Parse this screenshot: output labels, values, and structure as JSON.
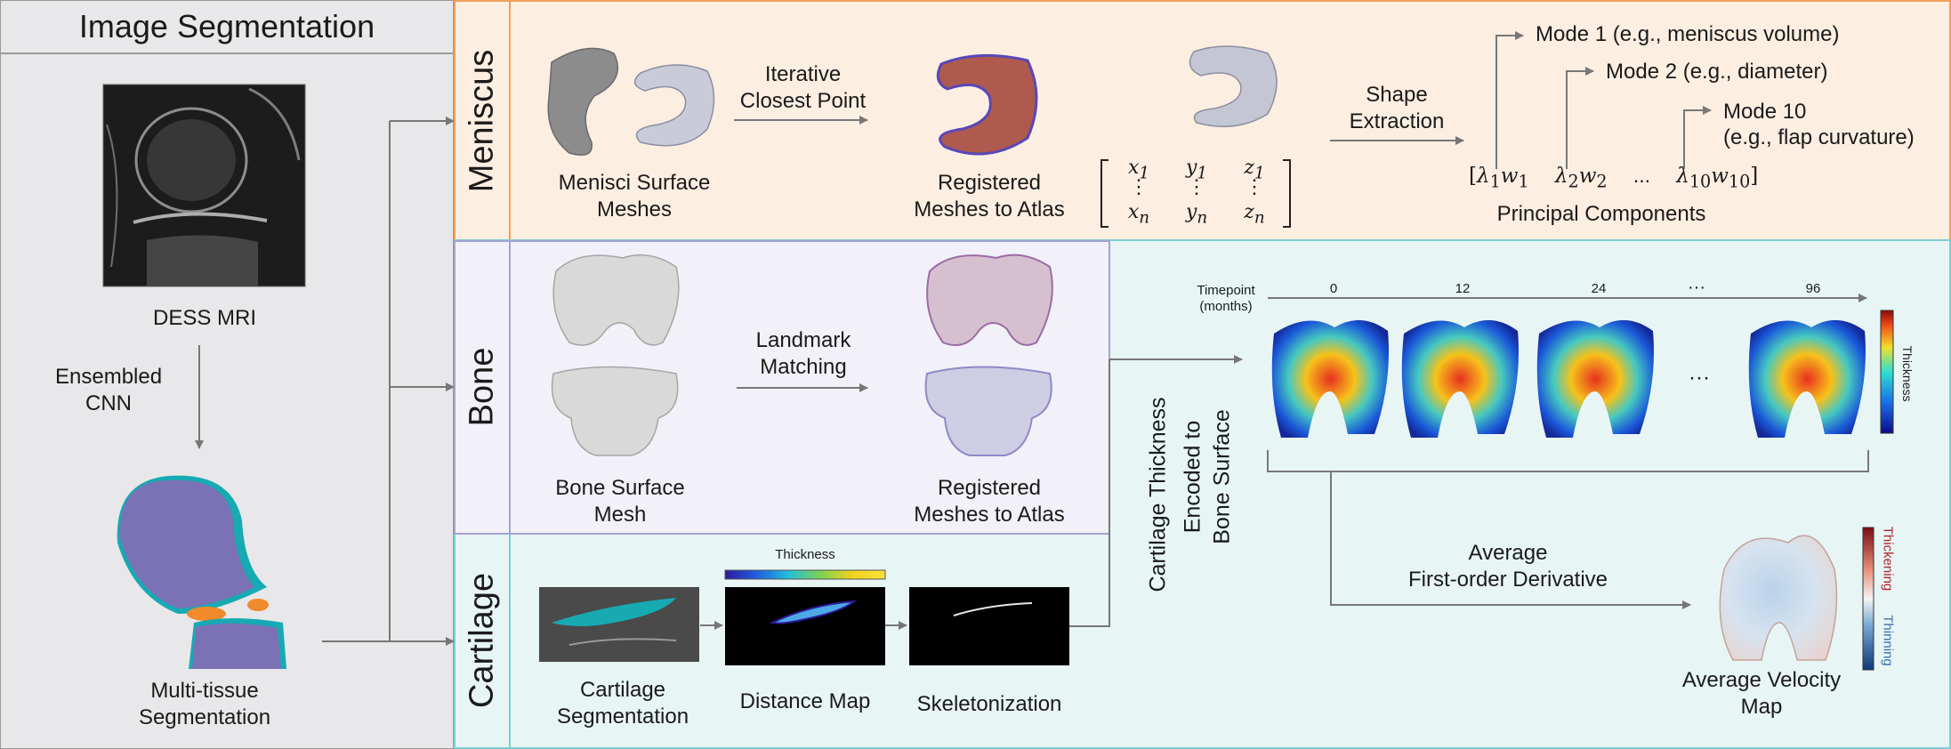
{
  "segmentation": {
    "title": "Image Segmentation",
    "mri_label": "DESS MRI",
    "cnn_label_1": "Ensembled",
    "cnn_label_2": "CNN",
    "seg_label_1": "Multi-tissue",
    "seg_label_2": "Segmentation"
  },
  "meniscus": {
    "row_title": "Meniscus",
    "surface_label_1": "Menisci Surface",
    "surface_label_2": "Meshes",
    "icp_label_1": "Iterative",
    "icp_label_2": "Closest Point",
    "registered_label_1": "Registered",
    "registered_label_2": "Meshes to Atlas",
    "shape_label_1": "Shape",
    "shape_label_2": "Extraction",
    "pc_label": "Principal Components",
    "mode1": "Mode 1 (e.g., meniscus volume)",
    "mode2": "Mode 2 (e.g., diameter)",
    "mode10_1": "Mode 10",
    "mode10_2": "(e.g., flap curvature)",
    "ellipsis": "..."
  },
  "bone": {
    "row_title": "Bone",
    "surface_label_1": "Bone Surface",
    "surface_label_2": "Mesh",
    "landmark_label_1": "Landmark",
    "landmark_label_2": "Matching",
    "registered_label_1": "Registered",
    "registered_label_2": "Meshes to Atlas"
  },
  "cartilage": {
    "row_title": "Cartilage",
    "seg_label_1": "Cartilage",
    "seg_label_2": "Segmentation",
    "distance_label": "Distance Map",
    "thickness_bar_label": "Thickness",
    "skeleton_label": "Skeletonization",
    "encode_1": "Cartilage Thickness",
    "encode_2": "Encoded to",
    "encode_3": "Bone Surface"
  },
  "timeline": {
    "axis_label_1": "Timepoint",
    "axis_label_2": "(months)",
    "ticks": [
      "0",
      "12",
      "24",
      "···",
      "96"
    ],
    "maps_ellipsis": "···",
    "colorbar_label": "Thickness"
  },
  "velocity": {
    "derivative_label_1": "Average",
    "derivative_label_2": "First-order Derivative",
    "map_label_1": "Average Velocity",
    "map_label_2": "Map",
    "thickening": "Thickening",
    "thinning": "Thinning"
  },
  "colors": {
    "orange_border": "#f2a05a",
    "orange_fill": "#fdeee2",
    "cyan_border": "#7ccfd0",
    "cyan_fill": "#e8f5f5",
    "lav_border": "#a3a3d4",
    "lav_fill": "#f2f1f9",
    "femur_purple": "#7a72b5",
    "cartilage_teal": "#17aab3"
  }
}
